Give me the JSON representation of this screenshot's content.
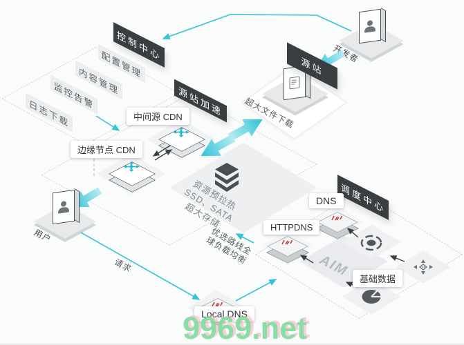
{
  "banners": {
    "control": "控制中心",
    "origin": "源站",
    "origin_accel": "源站加速",
    "dispatch": "调度中心"
  },
  "control_items": [
    "配置管理",
    "内容管理",
    "监控告警",
    "日志下载"
  ],
  "labels": {
    "mid_cdn": "中间源 CDN",
    "edge_cdn": "边缘节点 CDN",
    "developer": "开发者",
    "user": "用户",
    "request": "请求",
    "large_file": "超大文件下载",
    "local_dns": "Local DNS",
    "dns": "DNS",
    "httpdns": "HTTPDNS",
    "base_data": "基础数据",
    "aim": "AIM"
  },
  "route": {
    "line1": "优选路线全",
    "line2": "球负载均衡"
  },
  "storage": {
    "line1": "资源预拉热",
    "line2": "SSD、SATA",
    "line3": "超大存储"
  },
  "watermark": {
    "text": "9969.net"
  },
  "colors": {
    "accent_cyan": "#35c3d7",
    "banner_black": "#3a3e41",
    "watermark_green": "#7fdc9d",
    "key_mark_red": "#c43c30",
    "icon_gray": "#54585c"
  }
}
